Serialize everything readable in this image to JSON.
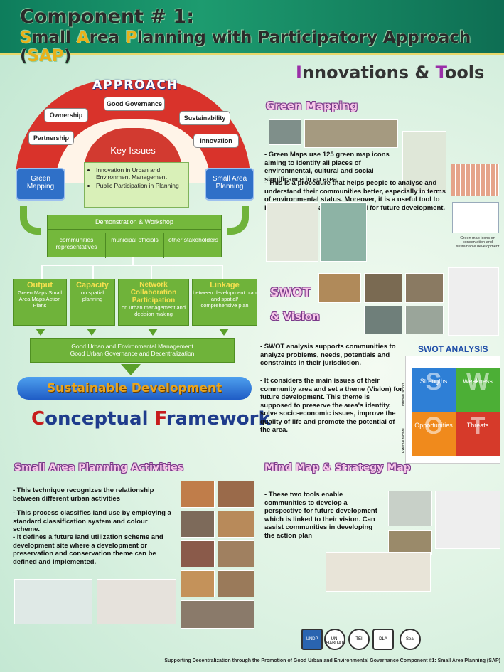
{
  "header": {
    "line1": "Component # 1:",
    "line2_parts": [
      "S",
      "mall ",
      "A",
      "rea ",
      "P",
      "lanning with Participatory Approach (",
      "SAP",
      ")"
    ]
  },
  "framework": {
    "approach_title": "APPROACH",
    "arch_items": [
      "Good Governance",
      "Ownership",
      "Sustainability",
      "Partnership",
      "Innovation"
    ],
    "key_issues_title": "Key Issues",
    "key_issues": [
      "Innovation in Urban and Environment Management",
      "Public Participation in Planning"
    ],
    "green_mapping": "Green Mapping",
    "small_area_planning": "Small Area Planning",
    "demo_title": "Demonstration & Workshop",
    "demo_cells": [
      "communities representatives",
      "municipal officials",
      "other stakeholders"
    ],
    "cards": [
      {
        "title": "Output",
        "text": "Green Maps Small Area Maps Action Plans"
      },
      {
        "title": "Capacity",
        "text": "on spatial planning"
      },
      {
        "title": "Network Collaboration Participation",
        "text": "on urban management and decision making"
      },
      {
        "title": "Linkage",
        "text": "between development plan and spatial/ comprehensive plan"
      }
    ],
    "good_line1": "Good Urban and Environmental Management",
    "good_line2": "Good Urban Governance and Decentralization",
    "sustainable": "Sustainable Development",
    "conceptual_c": "C",
    "conceptual_rest1": "onceptual ",
    "conceptual_f": "F",
    "conceptual_rest2": "ramework"
  },
  "innovations": {
    "title_i": "I",
    "title_mid": "nnovations & ",
    "title_t": "T",
    "title_end": "ools"
  },
  "green_mapping": {
    "title": "Green Mapping",
    "bullet1": "- Green Maps use 125 green map icons aiming to identify all places of environmental, cultural and social significance in an area.",
    "bullet2": "- This is a procedure that helps people to analyse and understand their communities better, especially in terms of environmental status. Moreover, it is a useful tool to help analyze the area's potential for future development.",
    "icon_caption": "Green map icons on conservation and sustainable development"
  },
  "swot": {
    "title1": "SWOT",
    "title2": "& Vision",
    "bullet1": "- SWOT analysis supports communities to analyze problems, needs, potentials and constraints in their jurisdiction.",
    "bullet2": "- It considers the main issues of their community area and set a theme (Vision) for future development. This theme is supposed to preserve the area's identity, solve socio-economic issues, improve the quality of life and promote the potential of the area.",
    "analysis_title": "SWOT ANALYSIS",
    "quadrants": [
      {
        "letter": "S",
        "label": "Strengths",
        "color": "#2e7fd6"
      },
      {
        "letter": "W",
        "label": "Weakness",
        "color": "#4caf36"
      },
      {
        "letter": "O",
        "label": "Opportunities",
        "color": "#f08a1c"
      },
      {
        "letter": "T",
        "label": "Threats",
        "color": "#d63a2a"
      }
    ],
    "internal": "Internal factors",
    "external": "External factors"
  },
  "sap_activities": {
    "title": "Small Area Planning Activities",
    "bullet1": "- This technique recognizes the relationship between different urban activities",
    "bullet2": "- This process classifies land use by employing a standard classification system and colour scheme.",
    "bullet3": "- It defines a future land utilization scheme and development site where a development or preservation and conservation theme can be defined and implemented."
  },
  "mindmap": {
    "title": "Mind Map & Strategy Map",
    "bullet1": "- These two tools enable communities to develop a perspective for future development which is linked to their vision. Can assist communities in developing the action plan"
  },
  "footer": {
    "logos": [
      "UNDP",
      "UN-HABITAT",
      "TEI",
      "DLA",
      "Seal"
    ],
    "text": "Supporting Decentralization through the Promotion of Good Urban and Environmental Governance Component #1: Small Area Planning (SAP)"
  }
}
